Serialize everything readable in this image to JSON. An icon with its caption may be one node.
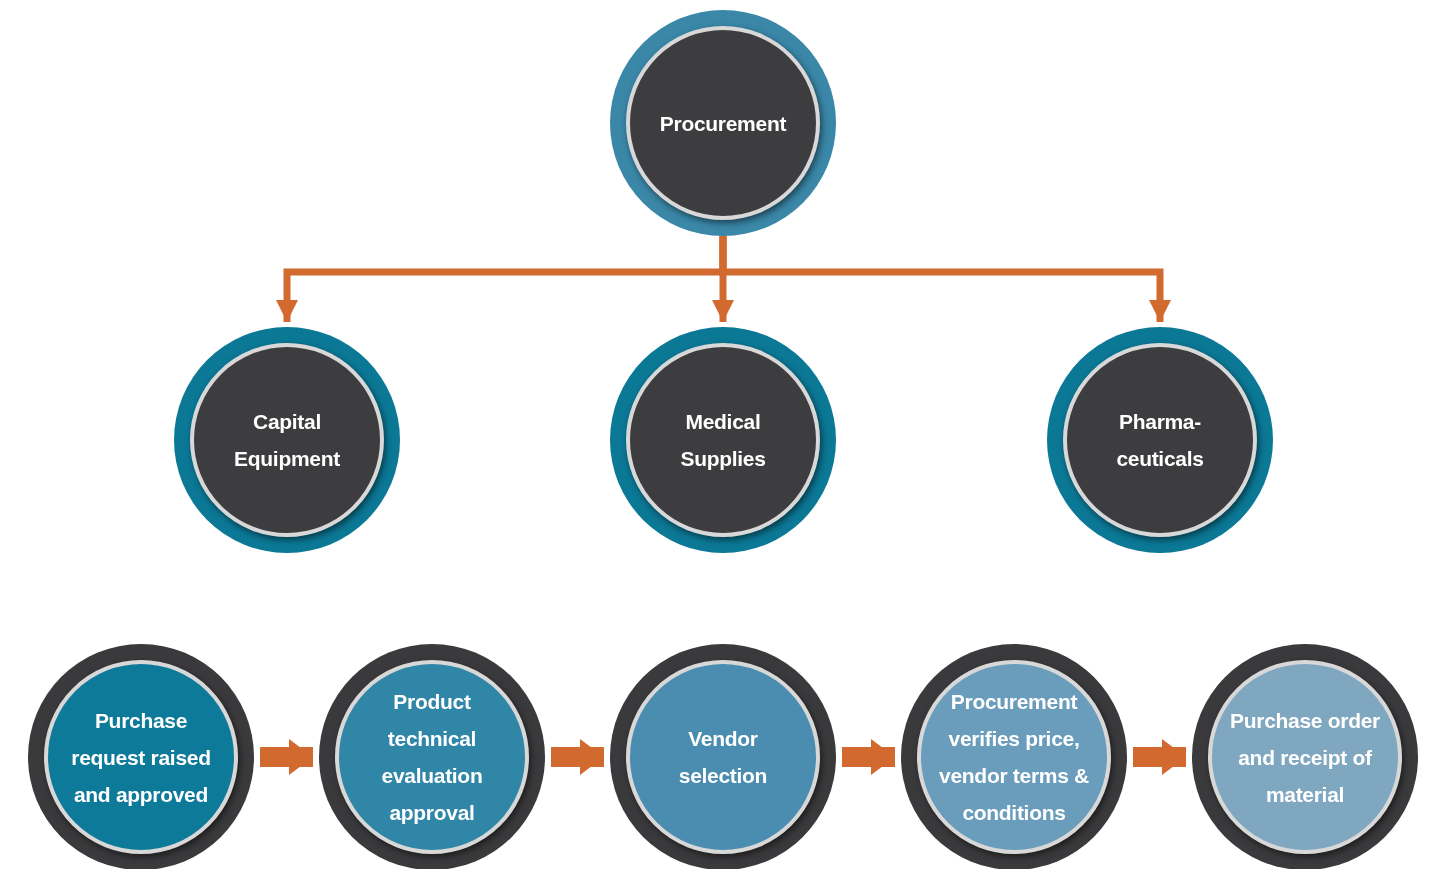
{
  "diagram": {
    "nodes": [
      {
        "text": [
          "Procurement"
        ]
      },
      {
        "text": [
          "Capital Equipment"
        ]
      },
      {
        "text": [
          "Medical Supplies"
        ]
      },
      {
        "text": [
          "Pharma- ceuticals"
        ]
      },
      {
        "text": [
          "Purchase request raised and approved"
        ]
      },
      {
        "text": [
          "Product technical evaluation approval"
        ]
      },
      {
        "text": [
          "Vendor selection"
        ]
      },
      {
        "text": [
          "Procurement verifies price, vendor terms & conditions"
        ]
      },
      {
        "text": [
          "Purchase order and receipt of material"
        ]
      }
    ],
    "edges": [
      {
        "from": 0,
        "to": 1,
        "arrow": "to"
      },
      {
        "from": 0,
        "to": 2,
        "arrow": "to"
      },
      {
        "from": 0,
        "to": 3,
        "arrow": "to"
      },
      {
        "from": 4,
        "to": 5,
        "arrow": "to"
      },
      {
        "from": 5,
        "to": 6,
        "arrow": "to"
      },
      {
        "from": 6,
        "to": 7,
        "arrow": "to"
      },
      {
        "from": 7,
        "to": 8,
        "arrow": "to"
      }
    ]
  }
}
